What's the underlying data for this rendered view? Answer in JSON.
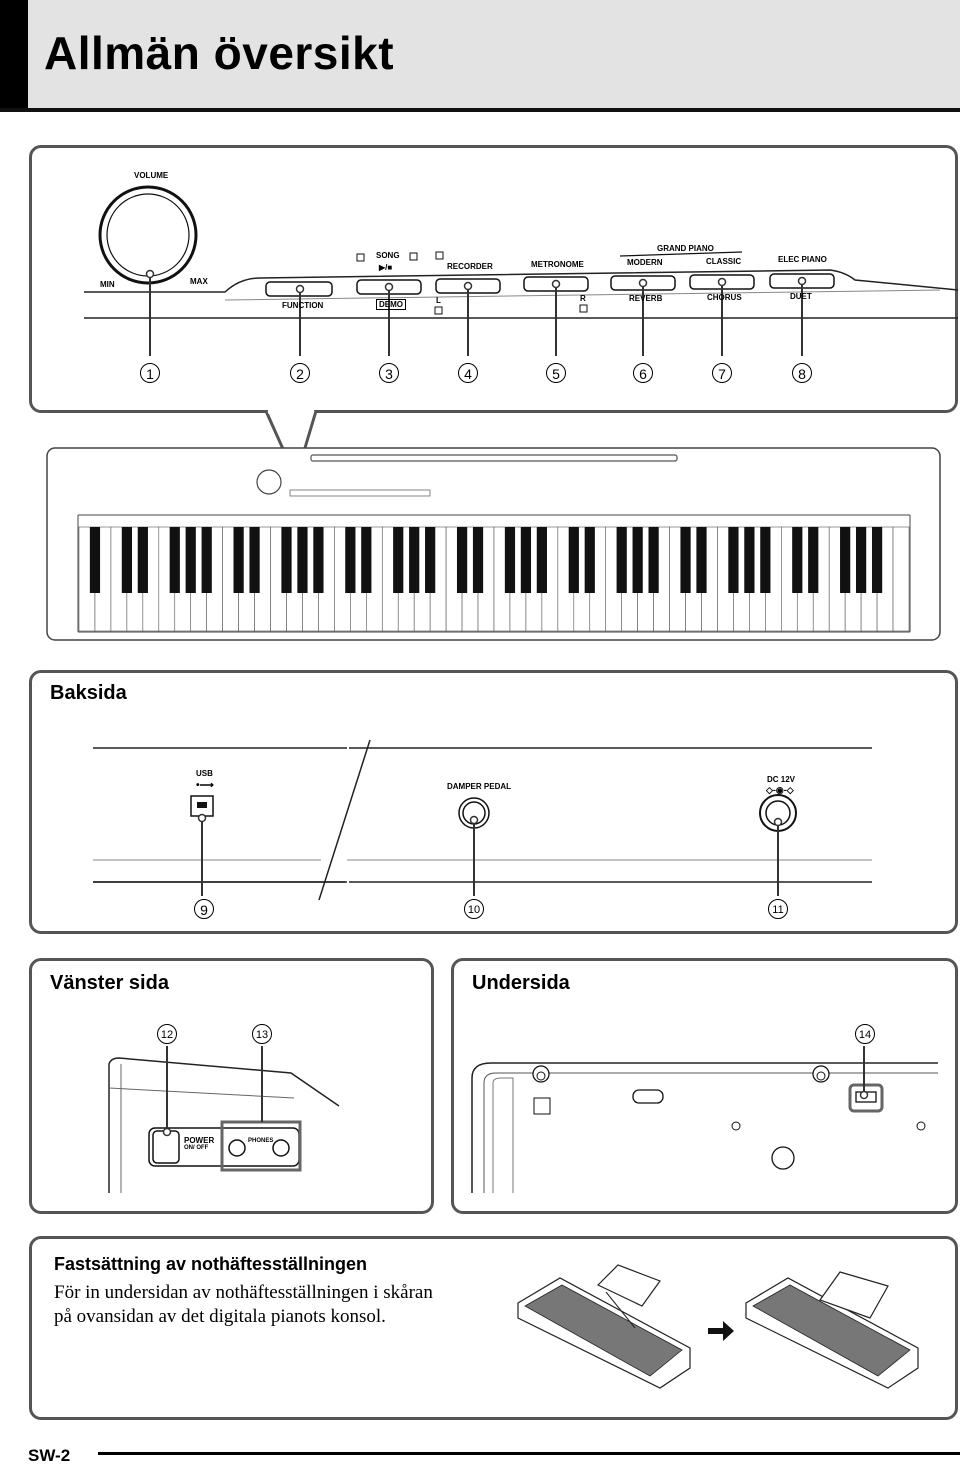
{
  "header": {
    "title": "Allmän översikt"
  },
  "top_panel": {
    "volume_label": "VOLUME",
    "min_label": "MIN",
    "max_label": "MAX",
    "song_label": "SONG",
    "play_stop_label": "▶/■",
    "recorder_label": "RECORDER",
    "metronome_label": "METRONOME",
    "grand_piano_label": "GRAND PIANO",
    "modern_label": "MODERN",
    "classic_label": "CLASSIC",
    "elec_piano_label": "ELEC PIANO",
    "function_label": "FUNCTION",
    "demo_label": "DEMO",
    "l_label": "L",
    "r_label": "R",
    "reverb_label": "REVERB",
    "chorus_label": "CHORUS",
    "duet_label": "DUET",
    "callouts": [
      "1",
      "2",
      "3",
      "4",
      "5",
      "6",
      "7",
      "8"
    ]
  },
  "back_panel": {
    "title": "Baksida",
    "usb_label": "USB",
    "damper_label": "DAMPER PEDAL",
    "dc_label": "DC 12V",
    "callouts": [
      "9",
      "10",
      "11"
    ]
  },
  "left_panel": {
    "title": "Vänster sida",
    "power_label": "POWER",
    "power_sub": "ON/ OFF",
    "phones_label": "PHONES",
    "callouts": [
      "12",
      "13"
    ]
  },
  "bottom_panel": {
    "title": "Undersida",
    "callouts": [
      "14"
    ]
  },
  "attach_panel": {
    "title": "Fastsättning av nothäftesställningen",
    "line1": "För in undersidan av nothäftesställningen i skåran",
    "line2": "på ovansidan av det digitala pianots konsol."
  },
  "footer": {
    "page": "SW-2"
  }
}
